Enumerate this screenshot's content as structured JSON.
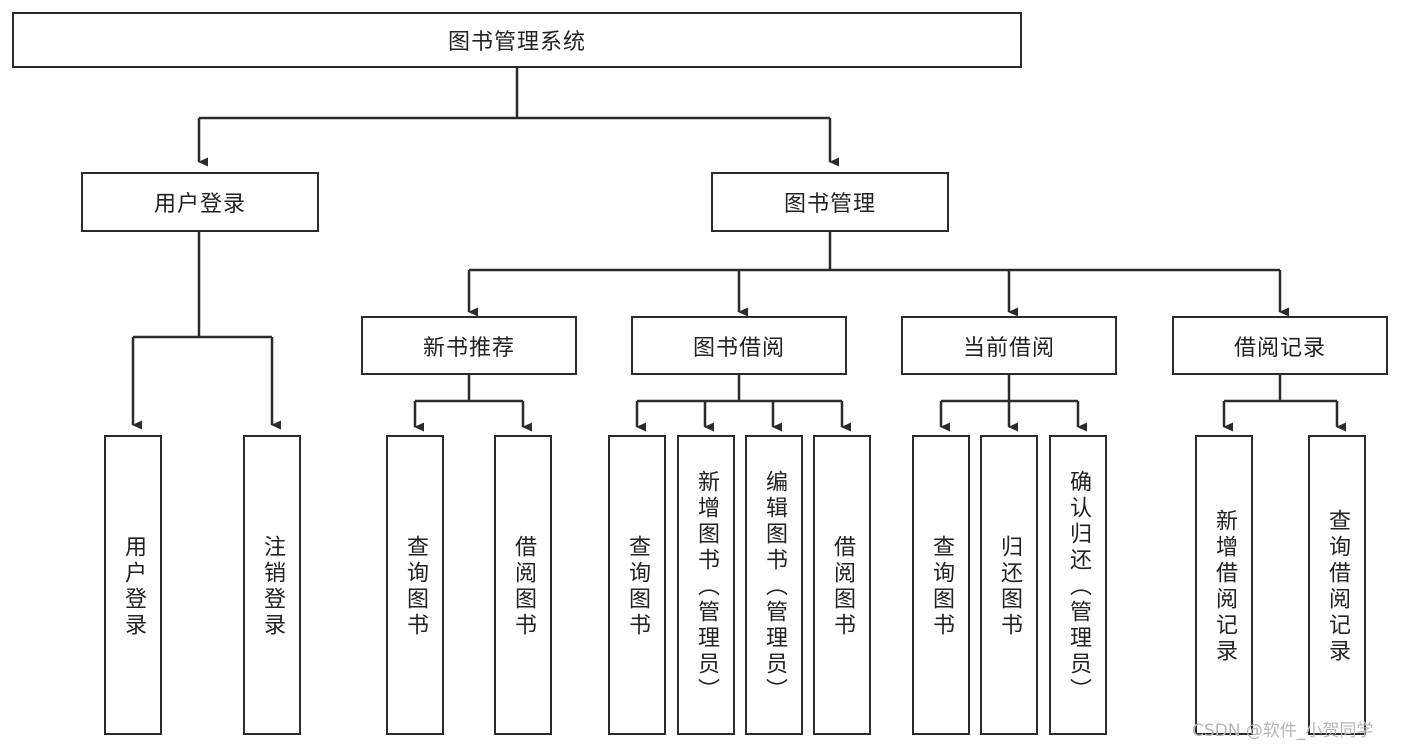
{
  "diagram": {
    "title_node": {
      "label": "图书管理系统"
    },
    "level2": [
      {
        "label": "用户登录"
      },
      {
        "label": "图书管理"
      }
    ],
    "level3": [
      {
        "label": "新书推荐"
      },
      {
        "label": "图书借阅"
      },
      {
        "label": "当前借阅"
      },
      {
        "label": "借阅记录"
      }
    ],
    "leaves": {
      "user_login": [
        {
          "label": "用户登录"
        },
        {
          "label": "注销登录"
        }
      ],
      "new_book": [
        {
          "label": "查询图书"
        },
        {
          "label": "借阅图书"
        }
      ],
      "book_borrow": [
        {
          "label": "查询图书"
        },
        {
          "label": "新增图书（管理员）"
        },
        {
          "label": "编辑图书（管理员）"
        },
        {
          "label": "借阅图书"
        }
      ],
      "current_borrow": [
        {
          "label": "查询图书"
        },
        {
          "label": "归还图书"
        },
        {
          "label": "确认归还（管理员）"
        }
      ],
      "borrow_record": [
        {
          "label": "新增借阅记录"
        },
        {
          "label": "查询借阅记录"
        }
      ]
    },
    "watermark": {
      "text": "CSDN @软件_小贺同学"
    },
    "colors": {
      "stroke": "#2b2b2b",
      "fill": "#ffffff",
      "text": "#222222",
      "watermark": "#b6b6b6"
    }
  }
}
